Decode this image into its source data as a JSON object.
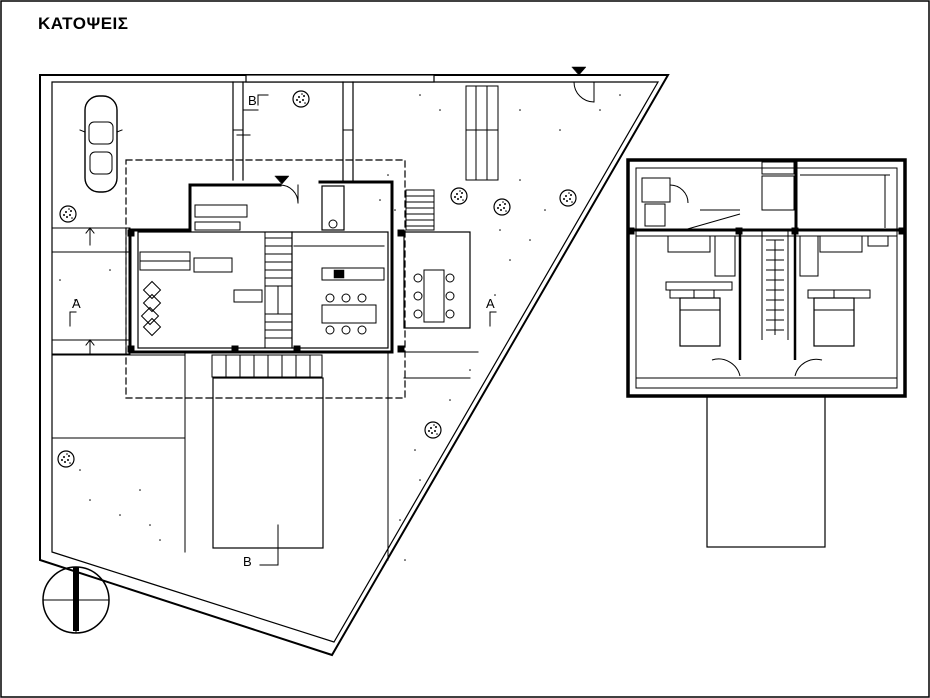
{
  "title": "ΚΑΤΟΨΕΙΣ",
  "section_marks": {
    "a": "A",
    "b": "B"
  },
  "colors": {
    "line": "#000000",
    "paper": "#ffffff"
  },
  "icons": [
    "north-arrow-icon",
    "car-icon",
    "tree-icon",
    "entrance-arrow-icon",
    "bed-icon",
    "dining-table-icon"
  ]
}
